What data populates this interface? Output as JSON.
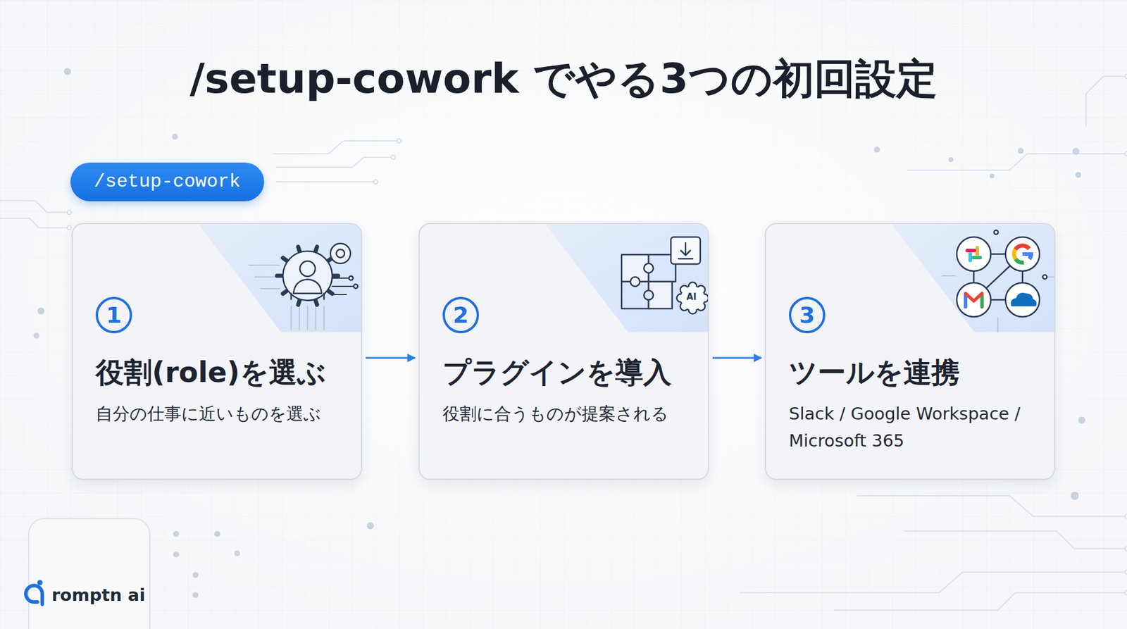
{
  "diagram": {
    "title": "/setup-cowork でやる3つの初回設定",
    "nodes": [
      {
        "text": [
          "/setup-cowork"
        ]
      },
      {
        "text": [
          "1",
          "役割(role)を選ぶ",
          "自分の仕事に近いものを選ぶ"
        ]
      },
      {
        "text": [
          "2",
          "プラグインを導入",
          "役割に合うものが提案される"
        ]
      },
      {
        "text": [
          "3",
          "ツールを連携",
          "Slack / Google Workspace / Microsoft 365"
        ]
      }
    ],
    "edges": [
      {
        "from": 1,
        "to": 2,
        "arrow": "to"
      },
      {
        "from": 2,
        "to": 3,
        "arrow": "to"
      }
    ],
    "labels": [
      "AI",
      "romptn ai"
    ]
  }
}
